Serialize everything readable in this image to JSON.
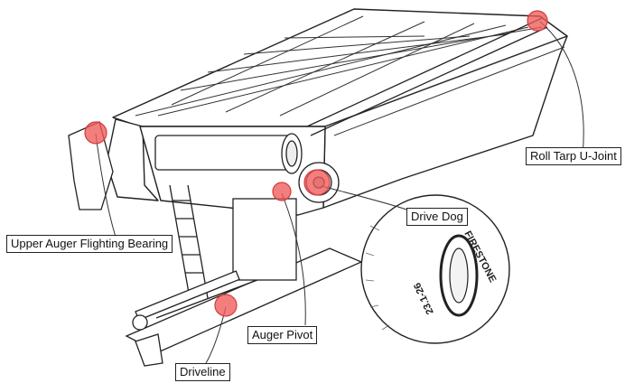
{
  "labels": {
    "roll_tarp": "Roll Tarp U-Joint",
    "drive_dog": "Drive Dog",
    "upper_auger": "Upper Auger Flighting Bearing",
    "auger_pivot": "Auger Pivot",
    "driveline": "Driveline"
  },
  "tire_brand": "FIRESTONE",
  "tire_size": "23.1-26",
  "colors": {
    "marker_fill": "#f05a5a",
    "marker_stroke": "#d23c3c",
    "line_art": "#222222",
    "leader": "#333333"
  }
}
